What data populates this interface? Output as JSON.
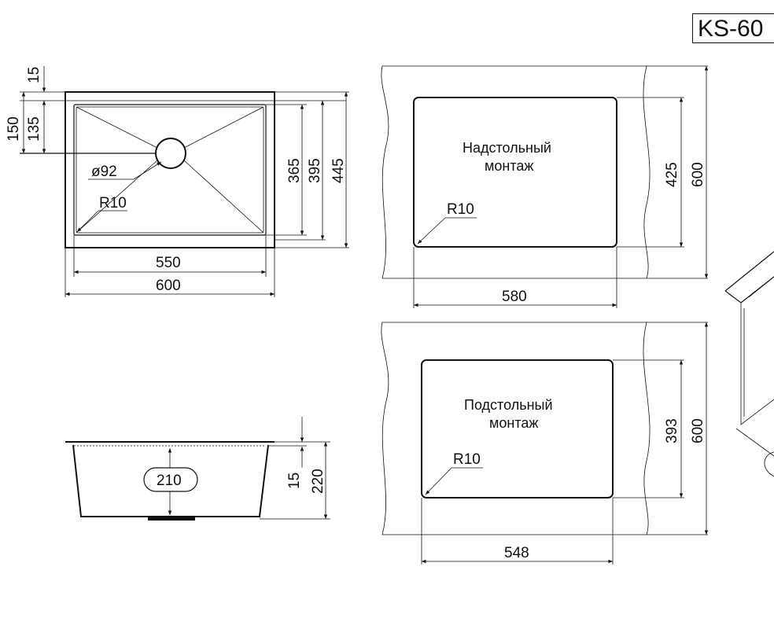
{
  "model": "KS-60",
  "top_view": {
    "dims": {
      "d15": "15",
      "d150": "150",
      "d135": "135",
      "d365": "365",
      "d395": "395",
      "d445": "445",
      "d550": "550",
      "d600": "600",
      "drain_diameter": "ø92",
      "radius": "R10"
    }
  },
  "side_view": {
    "depth_badge": "210",
    "d15": "15",
    "d220": "220"
  },
  "overmount": {
    "label_line1": "Надстольный",
    "label_line2": "монтаж",
    "radius": "R10",
    "width": "580",
    "height_inner": "425",
    "height_outer": "600"
  },
  "undermount": {
    "label_line1": "Подстольный",
    "label_line2": "монтаж",
    "radius": "R10",
    "width": "548",
    "height_inner": "393",
    "height_outer": "600"
  }
}
